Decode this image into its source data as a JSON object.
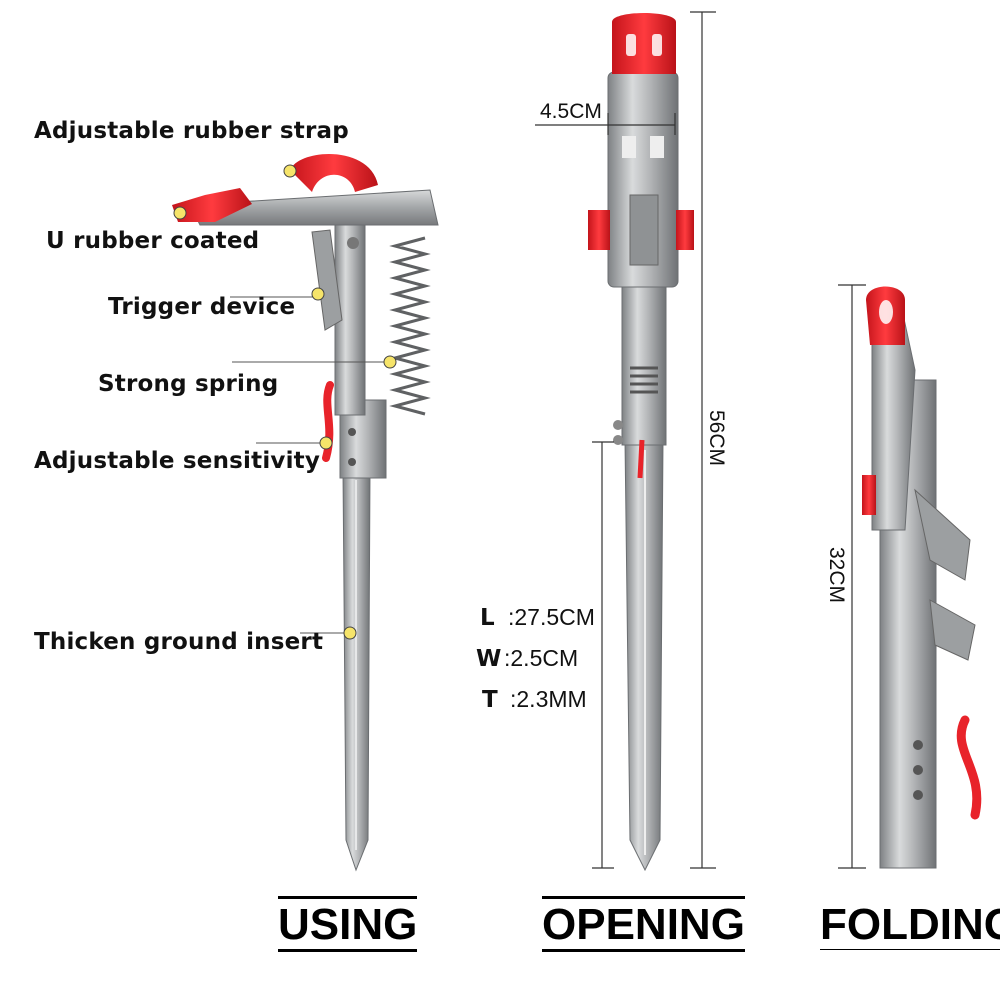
{
  "callouts": {
    "rubber_strap": "Adjustable rubber strap",
    "u_rubber": "U rubber coated",
    "trigger": "Trigger device",
    "spring": "Strong spring",
    "sensitivity": "Adjustable sensitivity",
    "ground_insert": "Thicken ground insert"
  },
  "dimensions": {
    "width_top": "4.5CM",
    "total_length": "56CM",
    "folded_length": "32CM"
  },
  "specs": [
    {
      "key": "L",
      "value": ":27.5CM"
    },
    {
      "key": "W",
      "value": ":2.5CM"
    },
    {
      "key": "T",
      "value": ":2.3MM"
    }
  ],
  "modes": {
    "using": "USING",
    "opening": "OPENING",
    "folding": "FOLDING"
  },
  "colors": {
    "accent_red": "#e8232a",
    "metal": "#a9abad",
    "dot_yellow": "#f6e46a"
  }
}
